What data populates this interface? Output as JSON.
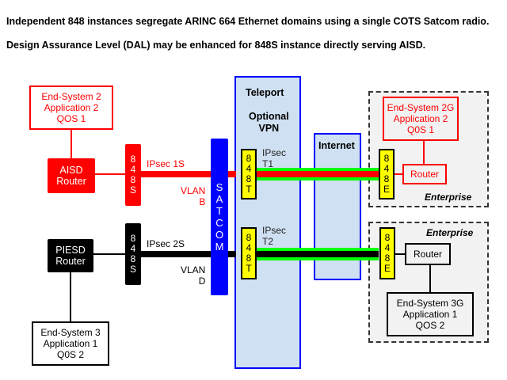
{
  "captions": [
    "Independent 848 instances segregate ARINC 664 Ethernet domains using a single COTS Satcom radio.",
    "Design Assurance Level (DAL) may be enhanced for 848S instance directly serving AISD."
  ],
  "colors": {
    "red_domain": "#ff0000",
    "black_domain": "#000000",
    "tunnel": "#00ff00",
    "satcom": "#0000ff",
    "zone_fill": "#cfe0f2",
    "chip_848": "#ffff00",
    "enterprise_fill": "#f2f2f2"
  },
  "left": {
    "end_system_2": [
      "End-System 2",
      "Application 2",
      "QOS 1"
    ],
    "aisd_router": [
      "AISD",
      "Router"
    ],
    "chip_848s_top": [
      "8",
      "4",
      "8",
      "S"
    ],
    "ipsec_1s": "IPsec 1S",
    "vlan_b": [
      "VLAN",
      "B"
    ],
    "piesd_router": [
      "PIESD",
      "Router"
    ],
    "chip_848s_bottom": [
      "8",
      "4",
      "8",
      "S"
    ],
    "ipsec_2s": "IPsec 2S",
    "vlan_d": [
      "VLAN",
      "D"
    ],
    "end_system_3": [
      "End-System 3",
      "Application 1",
      "Q0S 2"
    ]
  },
  "satcom": [
    "S",
    "A",
    "T",
    "C",
    "O",
    "M"
  ],
  "teleport": {
    "title": "Teleport",
    "subtitle": [
      "Optional",
      "VPN"
    ],
    "chip_t1": [
      "8",
      "4",
      "8",
      "T"
    ],
    "ipsec_t1": [
      "IPsec",
      "T1"
    ],
    "chip_t2": [
      "8",
      "4",
      "8",
      "T"
    ],
    "ipsec_t2": [
      "IPsec",
      "T2"
    ]
  },
  "internet": {
    "title": "Internet"
  },
  "enterprise_top": {
    "label": "Enterprise",
    "end_system": [
      "End-System 2G",
      "Application 2",
      "Q0S 1"
    ],
    "router": "Router",
    "chip": [
      "8",
      "4",
      "8",
      "E"
    ]
  },
  "enterprise_bottom": {
    "label": "Enterprise",
    "end_system": [
      "End-System 3G",
      "Application 1",
      "QOS 2"
    ],
    "router": "Router",
    "chip": [
      "8",
      "4",
      "8",
      "E"
    ]
  }
}
